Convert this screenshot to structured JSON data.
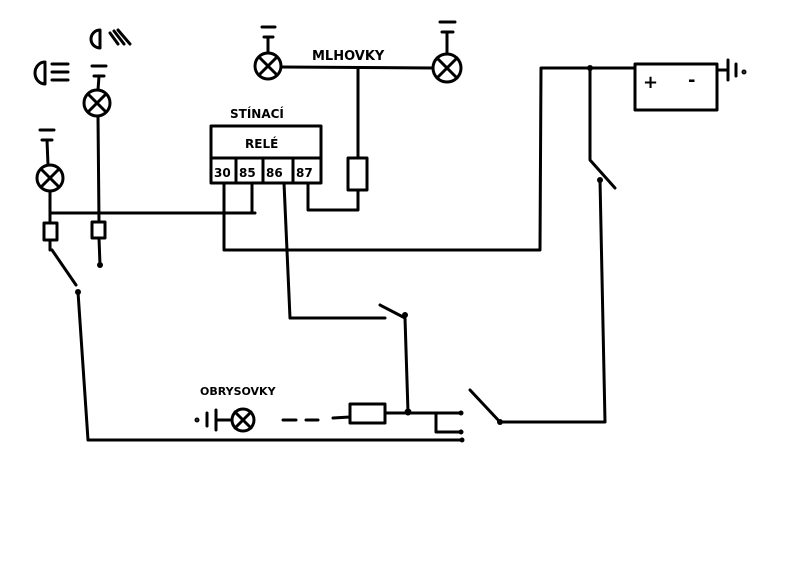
{
  "labels": {
    "fog_lights": "MLHOVKY",
    "relay_title_1": "STÍNACÍ",
    "relay_title_2": "RELÉ",
    "relay_pins": [
      "30",
      "85",
      "86",
      "87"
    ],
    "position_lights": "OBRYSOVKY",
    "battery_plus": "+",
    "battery_minus": "-"
  }
}
